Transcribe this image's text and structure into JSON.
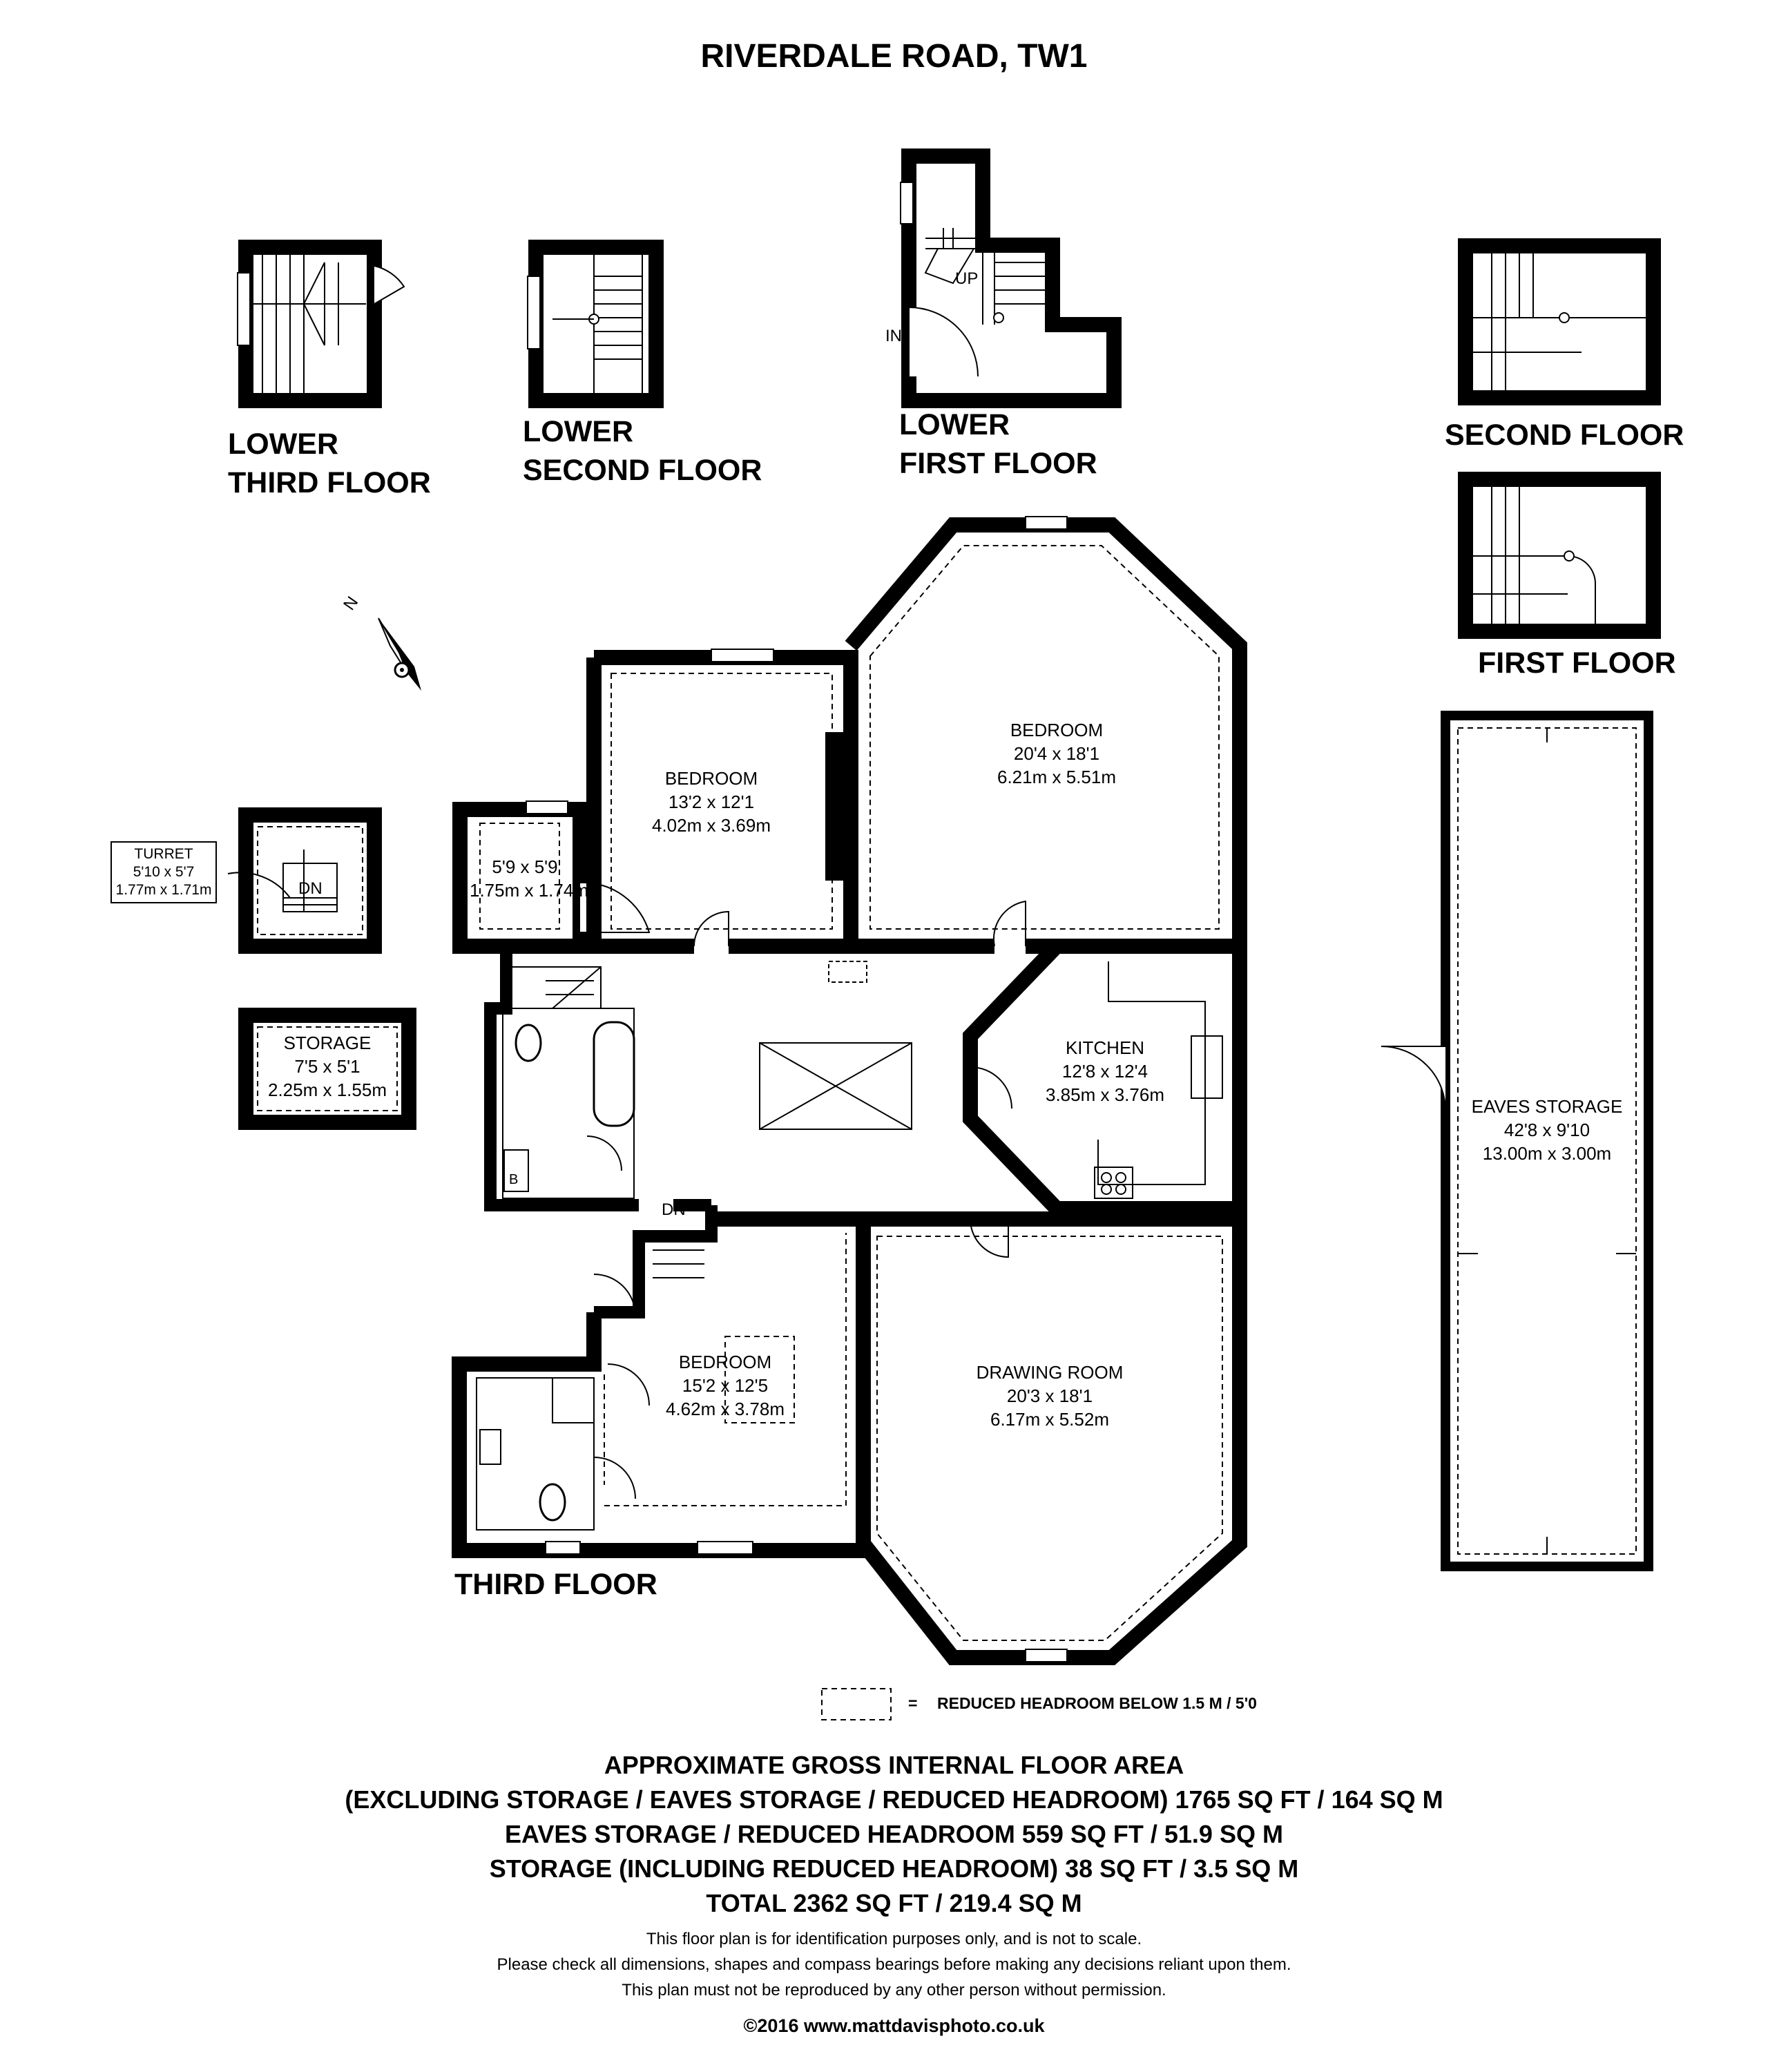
{
  "title": "RIVERDALE ROAD, TW1",
  "floors": {
    "lower_third": [
      "LOWER",
      "THIRD FLOOR"
    ],
    "lower_second": [
      "LOWER",
      "SECOND FLOOR"
    ],
    "lower_first": [
      "LOWER",
      "FIRST FLOOR"
    ],
    "second": "SECOND FLOOR",
    "first": "FIRST FLOOR",
    "third": "THIRD FLOOR"
  },
  "compass": "N",
  "marks": {
    "up": "UP",
    "in": "IN",
    "dn": "DN",
    "boiler": "B"
  },
  "rooms": {
    "turret": {
      "name": "TURRET",
      "imperial": "5'10 x 5'7",
      "metric": "1.77m x 1.71m"
    },
    "storage": {
      "name": "STORAGE",
      "imperial": "7'5 x 5'1",
      "metric": "2.25m x 1.55m"
    },
    "small_room": {
      "imperial": "5'9 x 5'9",
      "metric": "1.75m x 1.74m"
    },
    "bedroom_1": {
      "name": "BEDROOM",
      "imperial": "13'2 x 12'1",
      "metric": "4.02m x 3.69m"
    },
    "bedroom_2": {
      "name": "BEDROOM",
      "imperial": "20'4 x 18'1",
      "metric": "6.21m x 5.51m"
    },
    "kitchen": {
      "name": "KITCHEN",
      "imperial": "12'8 x 12'4",
      "metric": "3.85m x 3.76m"
    },
    "bedroom_3": {
      "name": "BEDROOM",
      "imperial": "15'2 x 12'5",
      "metric": "4.62m x 3.78m"
    },
    "drawing_room": {
      "name": "DRAWING ROOM",
      "imperial": "20'3 x 18'1",
      "metric": "6.17m x 5.52m"
    },
    "eaves_storage": {
      "name": "EAVES STORAGE",
      "imperial": "42'8 x 9'10",
      "metric": "13.00m x 3.00m"
    }
  },
  "key": {
    "symbol": "=",
    "text": "REDUCED HEADROOM BELOW 1.5 M / 5'0"
  },
  "area_lines": [
    "APPROXIMATE GROSS INTERNAL FLOOR AREA",
    "(EXCLUDING STORAGE / EAVES STORAGE / REDUCED HEADROOM) 1765 SQ FT / 164 SQ M",
    "EAVES STORAGE / REDUCED HEADROOM  559 SQ FT / 51.9 SQ M",
    "STORAGE (INCLUDING REDUCED HEADROOM) 38 SQ FT / 3.5 SQ M",
    "TOTAL  2362 SQ FT / 219.4 SQ M"
  ],
  "disclaimer": [
    "This floor plan is for identification purposes only, and is not to scale.",
    "Please check all dimensions, shapes and compass bearings before making any decisions reliant upon them.",
    "This plan must not be reproduced by any other person without permission."
  ],
  "copyright": "©2016 www.mattdavisphoto.co.uk"
}
